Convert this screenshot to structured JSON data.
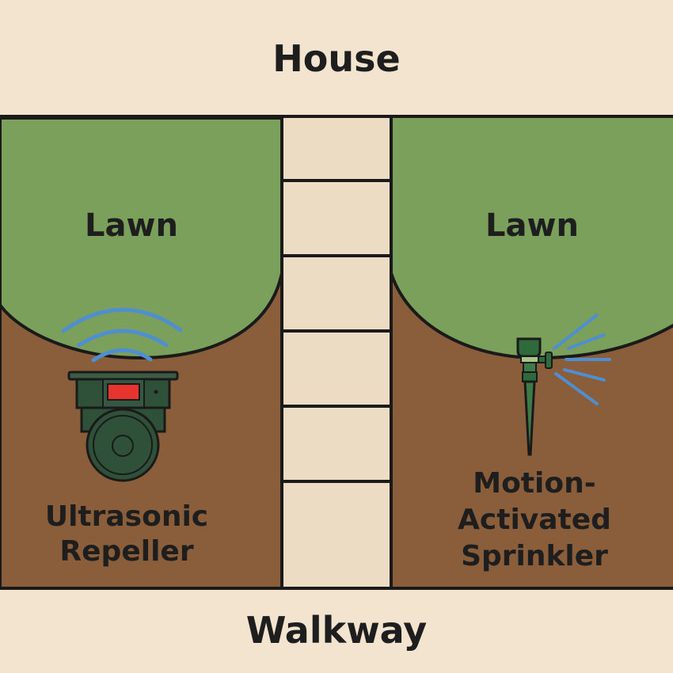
{
  "labels": {
    "house": "House",
    "walkway": "Walkway",
    "lawn_left": "Lawn",
    "lawn_right": "Lawn",
    "repeller_line1": "Ultrasonic",
    "repeller_line2": "Repeller",
    "sprinkler_line1": "Motion-",
    "sprinkler_line2": "Activated",
    "sprinkler_line3": "Sprinkler"
  },
  "colors": {
    "background": "#f2e4cf",
    "lawn": "#7ba05b",
    "soil": "#8a5e3b",
    "path": "#ecdcc3",
    "device": "#2f5039",
    "indicator": "#e8342f",
    "signal": "#4f8fd0"
  }
}
